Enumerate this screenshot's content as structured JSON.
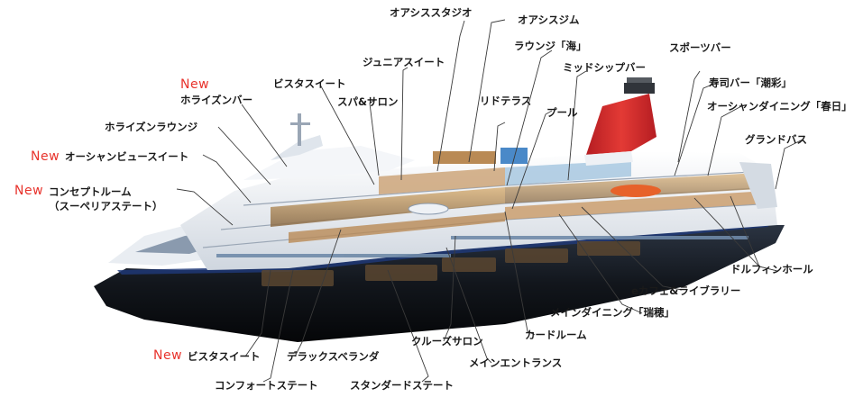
{
  "new_badge": "New",
  "labels": {
    "oasis_studio": "オアシススタジオ",
    "oasis_gym": "オアシスジム",
    "lounge_umi": "ラウンジ「海」",
    "junior_suite": "ジュニアスイート",
    "vista_suite_top": "ビスタスイート",
    "horizon_bar": "ホライズンバー",
    "horizon_lounge": "ホライズンラウンジ",
    "ocean_view_suite": "オーシャンビュースイート",
    "concept_room": "コンセプトルーム",
    "concept_room_sub": "（スーペリアステート）",
    "spa_salon": "スパ&サロン",
    "lido_terrace": "リドテラス",
    "pool": "プール",
    "midship_bar": "ミッドシップバー",
    "sports_bar": "スポーツバー",
    "sushi_bar": "寿司バー「潮彩」",
    "ocean_dining": "オーシャンダイニング「春日」",
    "grand_bath": "グランドバス",
    "dolphin_hall": "ドルフィンホール",
    "e_cafe": "eカフェ&ライブラリー",
    "main_dining": "メインダイニング「瑞穂」",
    "card_room": "カードルーム",
    "cruise_salon": "クルーズサロン",
    "main_entrance": "メインエントランス",
    "vista_suite_bottom": "ビスタスイート",
    "deluxe_veranda": "デラックスベランダ",
    "comfort_state": "コンフォートステート",
    "standard_state": "スタンダードステート"
  },
  "colors": {
    "hull": "#12161c",
    "hull_stripe": "#1f3a7a",
    "superstructure": "#eef1f5",
    "deck_wood": "#c9975a",
    "funnel": "#d7262a",
    "leader_line": "#3a3a3a",
    "new_badge": "#e8332c"
  }
}
